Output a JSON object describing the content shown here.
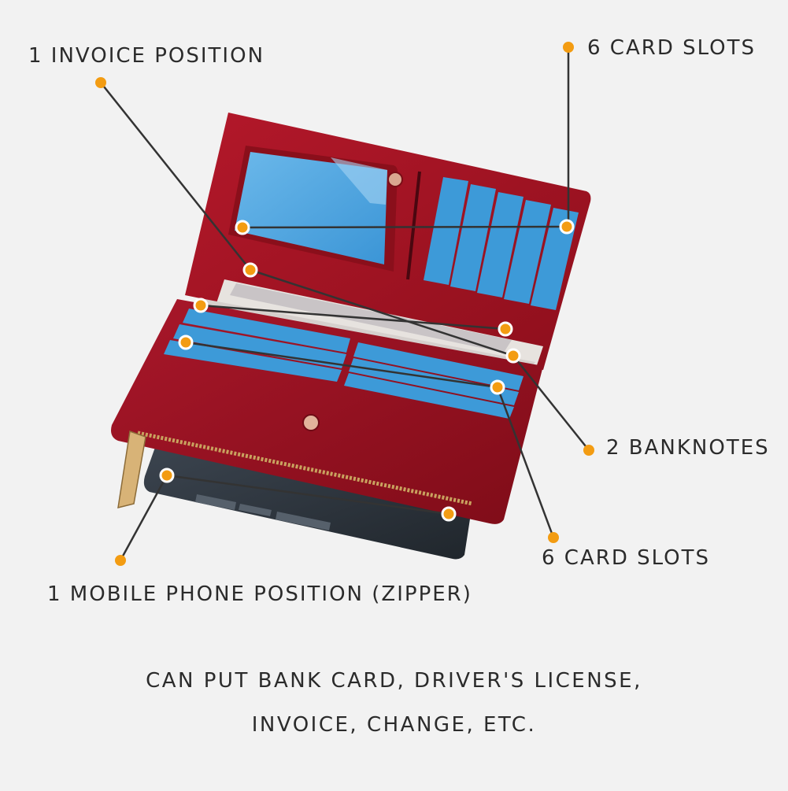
{
  "callouts": {
    "invoice": "1 INVOICE POSITION",
    "card_slots_top": "6 CARD SLOTS",
    "banknotes": "2 BANKNOTES",
    "card_slots_bottom": "6 CARD SLOTS",
    "phone": "1 MOBILE PHONE POSITION (ZIPPER)"
  },
  "caption": {
    "line1": "CAN PUT BANK CARD, DRIVER'S LICENSE,",
    "line2": "INVOICE, CHANGE, ETC."
  },
  "colors": {
    "background": "#f2f2f2",
    "wallet_red": "#a8141f",
    "card_blue": "#3d9ad8",
    "dot_orange": "#f39c12",
    "line_dark": "#333333"
  }
}
